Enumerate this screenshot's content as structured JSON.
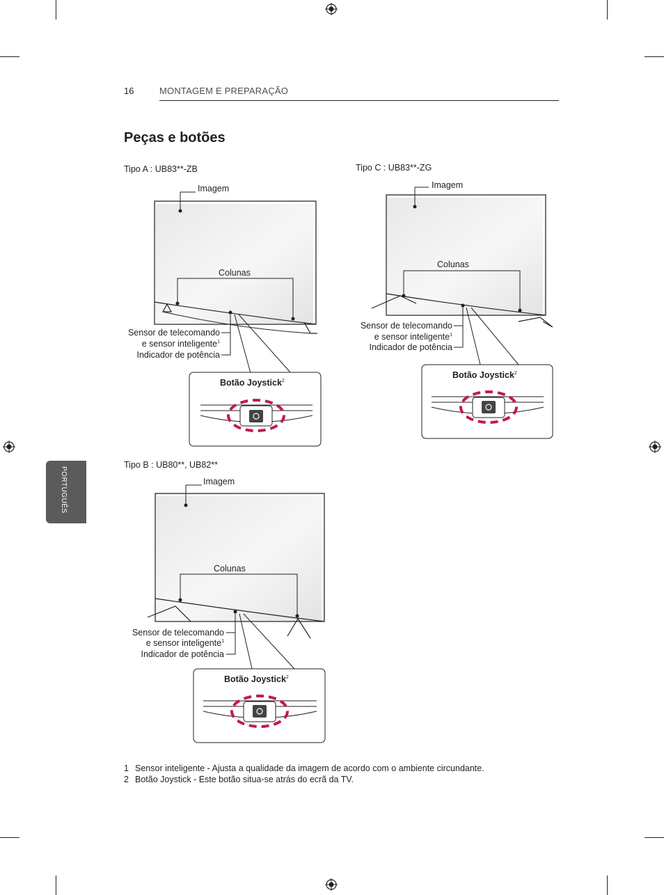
{
  "header": {
    "page_number": "16",
    "section": "MONTAGEM E PREPARAÇÃO"
  },
  "title": "Peças e botões",
  "side_tab": "PORTUGUÊS",
  "type_a": {
    "heading": "Tipo A : UB83**-ZB",
    "image_label": "Imagem",
    "speakers_label": "Colunas",
    "sensor_line1": "Sensor de telecomando",
    "sensor_line2": "e sensor inteligente",
    "sensor_sup": "1",
    "power_label": "Indicador de potência",
    "joystick_label": "Botão Joystick",
    "joystick_sup": "2"
  },
  "type_c": {
    "heading": "Tipo C : UB83**-ZG",
    "image_label": "Imagem",
    "speakers_label": "Colunas",
    "sensor_line1": "Sensor de telecomando",
    "sensor_line2": "e sensor inteligente",
    "sensor_sup": "1",
    "power_label": "Indicador de potência",
    "joystick_label": "Botão Joystick",
    "joystick_sup": "2"
  },
  "type_b": {
    "heading": "Tipo B : UB80**, UB82**",
    "image_label": "Imagem",
    "speakers_label": "Colunas",
    "sensor_line1": "Sensor de telecomando",
    "sensor_line2": "e sensor inteligente",
    "sensor_sup": "1",
    "power_label": "Indicador de potência",
    "joystick_label": "Botão Joystick",
    "joystick_sup": "2"
  },
  "footnotes": [
    {
      "num": "1",
      "text": "Sensor inteligente - Ajusta a qualidade da imagem de acordo com o ambiente circundante."
    },
    {
      "num": "2",
      "text": "Botão Joystick - Este botão situa-se atrás do ecrã da TV."
    }
  ],
  "colors": {
    "text": "#231f20",
    "tab": "#5a5b5d",
    "highlight": "#c2185b",
    "screen": "#f2f2f2"
  },
  "icons": [
    "registration-mark-icon",
    "power-icon"
  ]
}
